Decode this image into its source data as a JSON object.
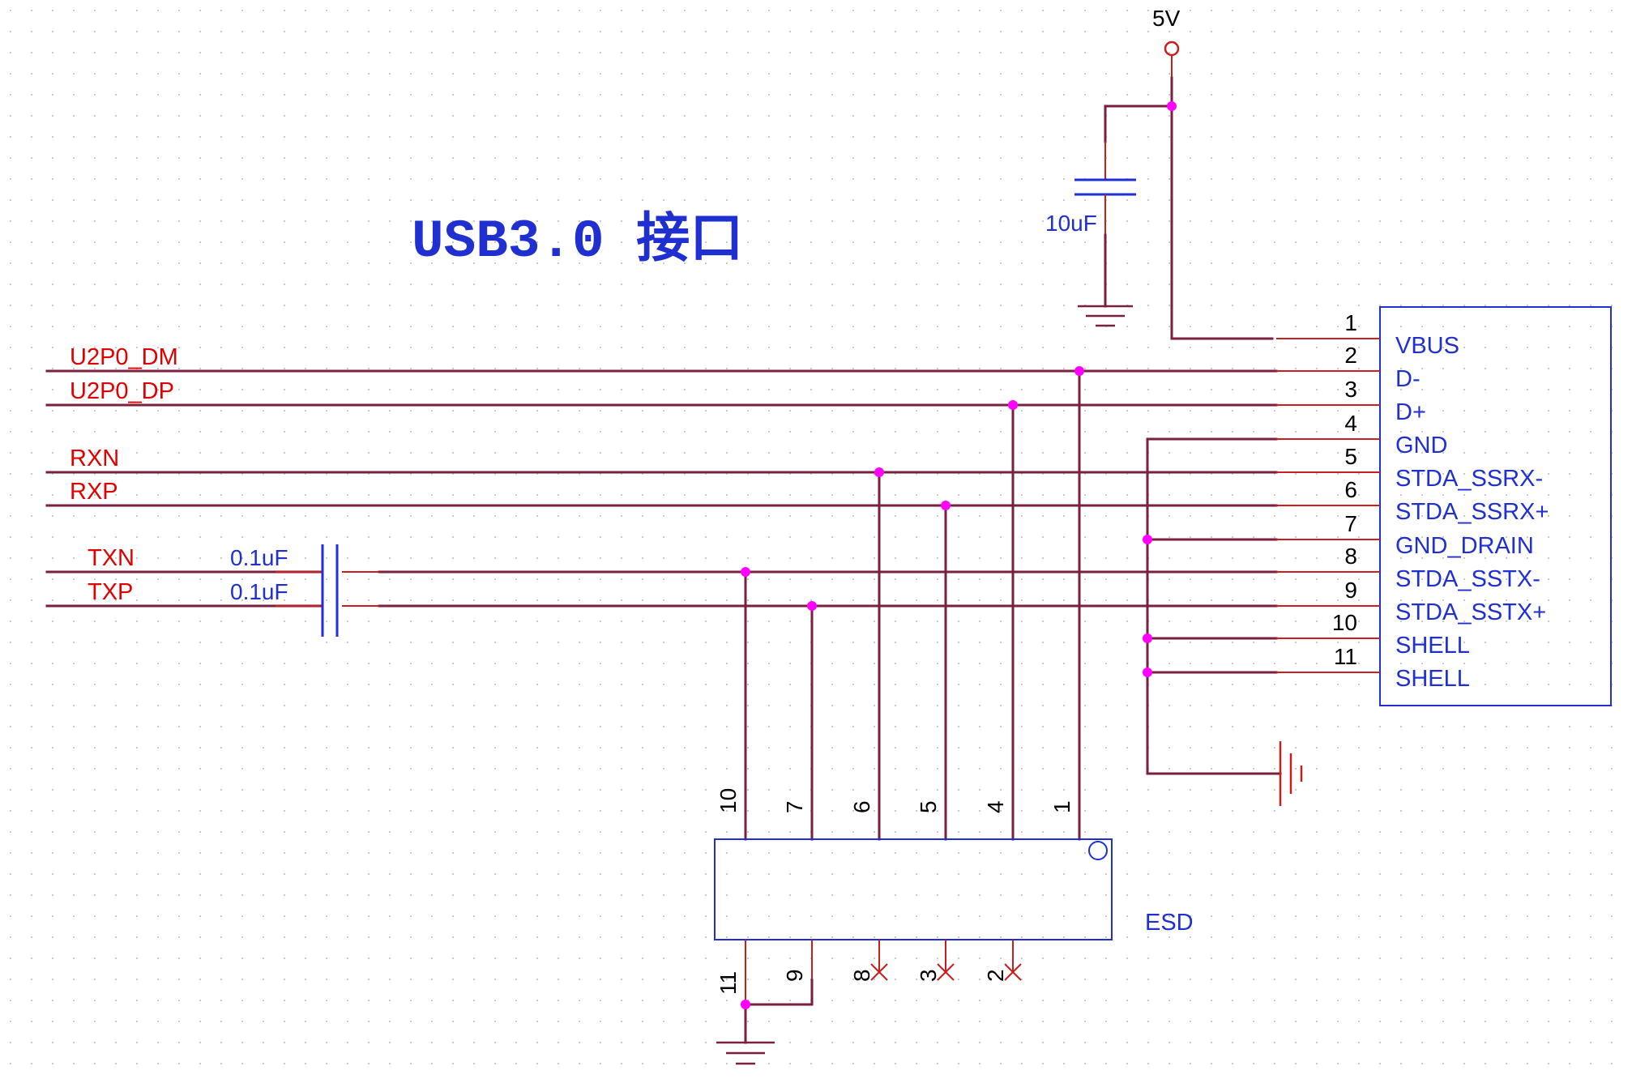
{
  "title": "USB3.0 接口",
  "power": {
    "label": "5V"
  },
  "bulk_cap": {
    "value": "10uF"
  },
  "coupling_caps": [
    "0.1uF",
    "0.1uF"
  ],
  "nets": [
    "U2P0_DM",
    "U2P0_DP",
    "RXN",
    "RXP",
    "TXN",
    "TXP"
  ],
  "connector": {
    "pins": [
      {
        "num": "1",
        "label": "VBUS"
      },
      {
        "num": "2",
        "label": "D-"
      },
      {
        "num": "3",
        "label": "D+"
      },
      {
        "num": "4",
        "label": "GND"
      },
      {
        "num": "5",
        "label": "STDA_SSRX-"
      },
      {
        "num": "6",
        "label": "STDA_SSRX+"
      },
      {
        "num": "7",
        "label": "GND_DRAIN"
      },
      {
        "num": "8",
        "label": "STDA_SSTX-"
      },
      {
        "num": "9",
        "label": "STDA_SSTX+"
      },
      {
        "num": "10",
        "label": "SHELL"
      },
      {
        "num": "11",
        "label": "SHELL"
      }
    ]
  },
  "esd": {
    "label": "ESD",
    "top_pins": [
      "10",
      "7",
      "6",
      "5",
      "4",
      "1"
    ],
    "bottom_pins": [
      "11",
      "9",
      "8",
      "3",
      "2"
    ]
  }
}
